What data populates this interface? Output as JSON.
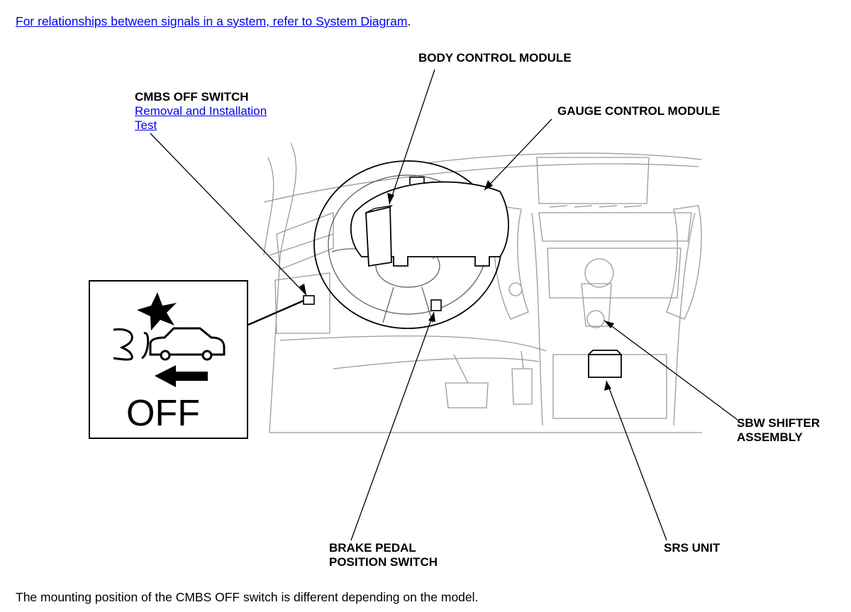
{
  "intro": {
    "link_text": "For relationships between signals in a system, refer to System Diagram",
    "trailing": "."
  },
  "labels": {
    "body_control_module": "BODY CONTROL MODULE",
    "gauge_control_module": "GAUGE CONTROL MODULE",
    "cmbs_off_switch": "CMBS OFF SWITCH",
    "removal_and_installation": "Removal and Installation",
    "test": "Test",
    "sbw_shifter_line1": "SBW SHIFTER",
    "sbw_shifter_line2": "ASSEMBLY",
    "brake_pedal_line1": "BRAKE PEDAL",
    "brake_pedal_line2": "POSITION SWITCH",
    "srs_unit": "SRS UNIT"
  },
  "switch_icon": {
    "text": "OFF",
    "icon_names": [
      "star-icon",
      "car-collision-icon",
      "arrow-left-icon"
    ]
  },
  "footnote": "The mounting position of the CMBS OFF switch is different depending on the model."
}
